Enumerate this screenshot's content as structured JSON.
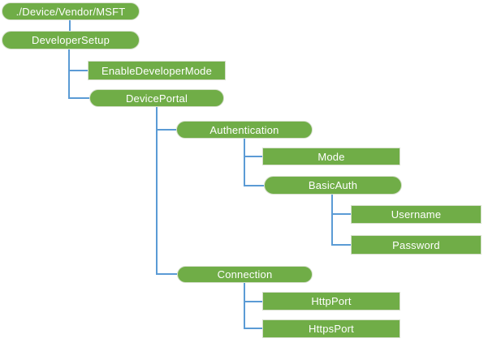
{
  "diagram": {
    "type": "tree",
    "orientation": "top-down-indented",
    "colors": {
      "node_fill": "#70AD47",
      "node_border": "#D6DFCC",
      "node_text": "#FFFFFF",
      "connector": "#5B9BD5",
      "background": "#FFFFFF"
    },
    "shapes": {
      "branch_node": "rounded-pill",
      "leaf_node": "rectangle"
    },
    "nodes": [
      {
        "label": "./Device/Vendor/MSFT",
        "shape": "pill",
        "parent": null
      },
      {
        "label": "DeveloperSetup",
        "shape": "pill",
        "parent": "./Device/Vendor/MSFT"
      },
      {
        "label": "EnableDeveloperMode",
        "shape": "rect",
        "parent": "DeveloperSetup"
      },
      {
        "label": "DevicePortal",
        "shape": "pill",
        "parent": "DeveloperSetup"
      },
      {
        "label": "Authentication",
        "shape": "pill",
        "parent": "DevicePortal"
      },
      {
        "label": "Mode",
        "shape": "rect",
        "parent": "Authentication"
      },
      {
        "label": "BasicAuth",
        "shape": "pill",
        "parent": "Authentication"
      },
      {
        "label": "Username",
        "shape": "rect",
        "parent": "BasicAuth"
      },
      {
        "label": "Password",
        "shape": "rect",
        "parent": "BasicAuth"
      },
      {
        "label": "Connection",
        "shape": "pill",
        "parent": "DevicePortal"
      },
      {
        "label": "HttpPort",
        "shape": "rect",
        "parent": "Connection"
      },
      {
        "label": "HttpsPort",
        "shape": "rect",
        "parent": "Connection"
      }
    ]
  }
}
